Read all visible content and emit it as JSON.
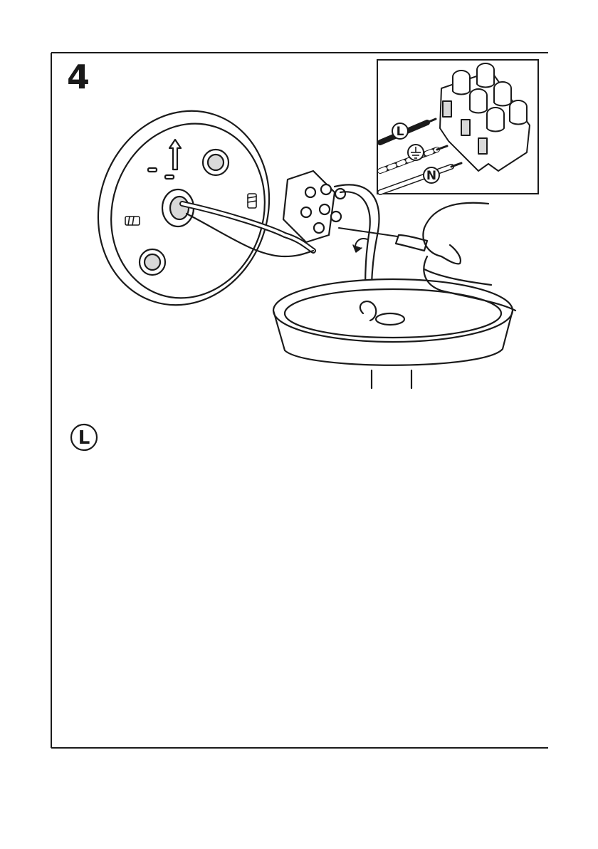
{
  "step": {
    "number": "4"
  },
  "inset": {
    "wires": [
      {
        "symbol": "L",
        "name": "live-wire"
      },
      {
        "symbol": "",
        "name": "earth-wire",
        "icon": "earth-ground-icon"
      },
      {
        "symbol": "N",
        "name": "neutral-wire"
      }
    ]
  },
  "legend": {
    "symbol": "L"
  },
  "colors": {
    "ink": "#1a1a1a",
    "paper": "#ffffff",
    "shade": "#d9d9d9"
  }
}
